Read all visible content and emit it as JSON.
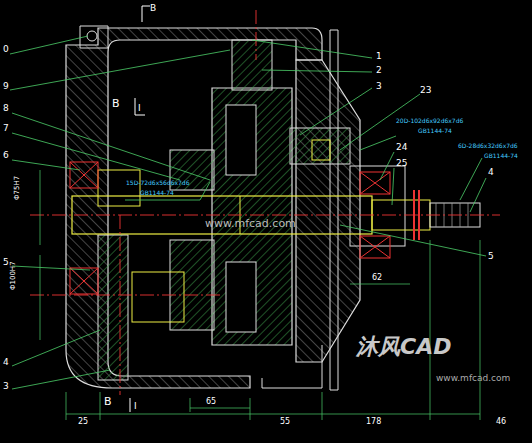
{
  "diagram": {
    "labels": [
      "1",
      "2",
      "3",
      "23",
      "24",
      "25",
      "4",
      "5",
      "0",
      "9",
      "8",
      "7",
      "6",
      "5",
      "4",
      "3",
      "B",
      "B",
      "I",
      "B",
      "I",
      "15D-72d6x56d6x7d6",
      "GB1144-74",
      "20D-102d6x92d6x7d6",
      "GB1144-74",
      "6D-28d6x32d6x7d6",
      "GB1144-74",
      "25",
      "65",
      "55",
      "178",
      "46",
      "62",
      "Φ75H7",
      "Φ100H7",
      "www.mfcad.com",
      "沐风CAD",
      "www.mfcad.com"
    ]
  }
}
